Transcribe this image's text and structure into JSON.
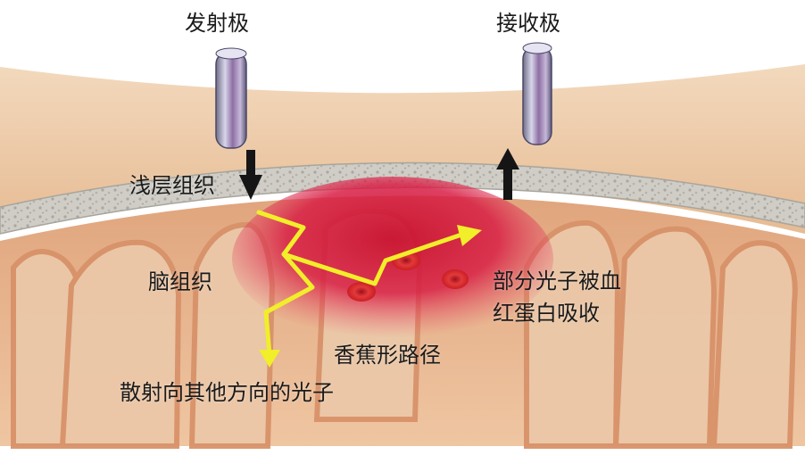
{
  "labels": {
    "emitter": "发射极",
    "receiver": "接收极",
    "shallow_tissue": "浅层组织",
    "brain_tissue": "脑组织",
    "absorbed_line1": "部分光子被血",
    "absorbed_line2": "红蛋白吸收",
    "banana_path": "香蕉形路径",
    "scattered": "散射向其他方向的光子"
  },
  "colors": {
    "skin": "#eac39e",
    "bone": "#c9c7c0",
    "brain": "#e3a47c",
    "gyri": "#ebc7a6",
    "hotspot": "#d21b3c",
    "photon_path": "#f1ee2a",
    "arrows": "#151515"
  },
  "icons": [
    "emitter-probe-icon",
    "receiver-probe-icon",
    "down-arrow-icon",
    "up-arrow-icon",
    "red-blood-cell-icon"
  ]
}
